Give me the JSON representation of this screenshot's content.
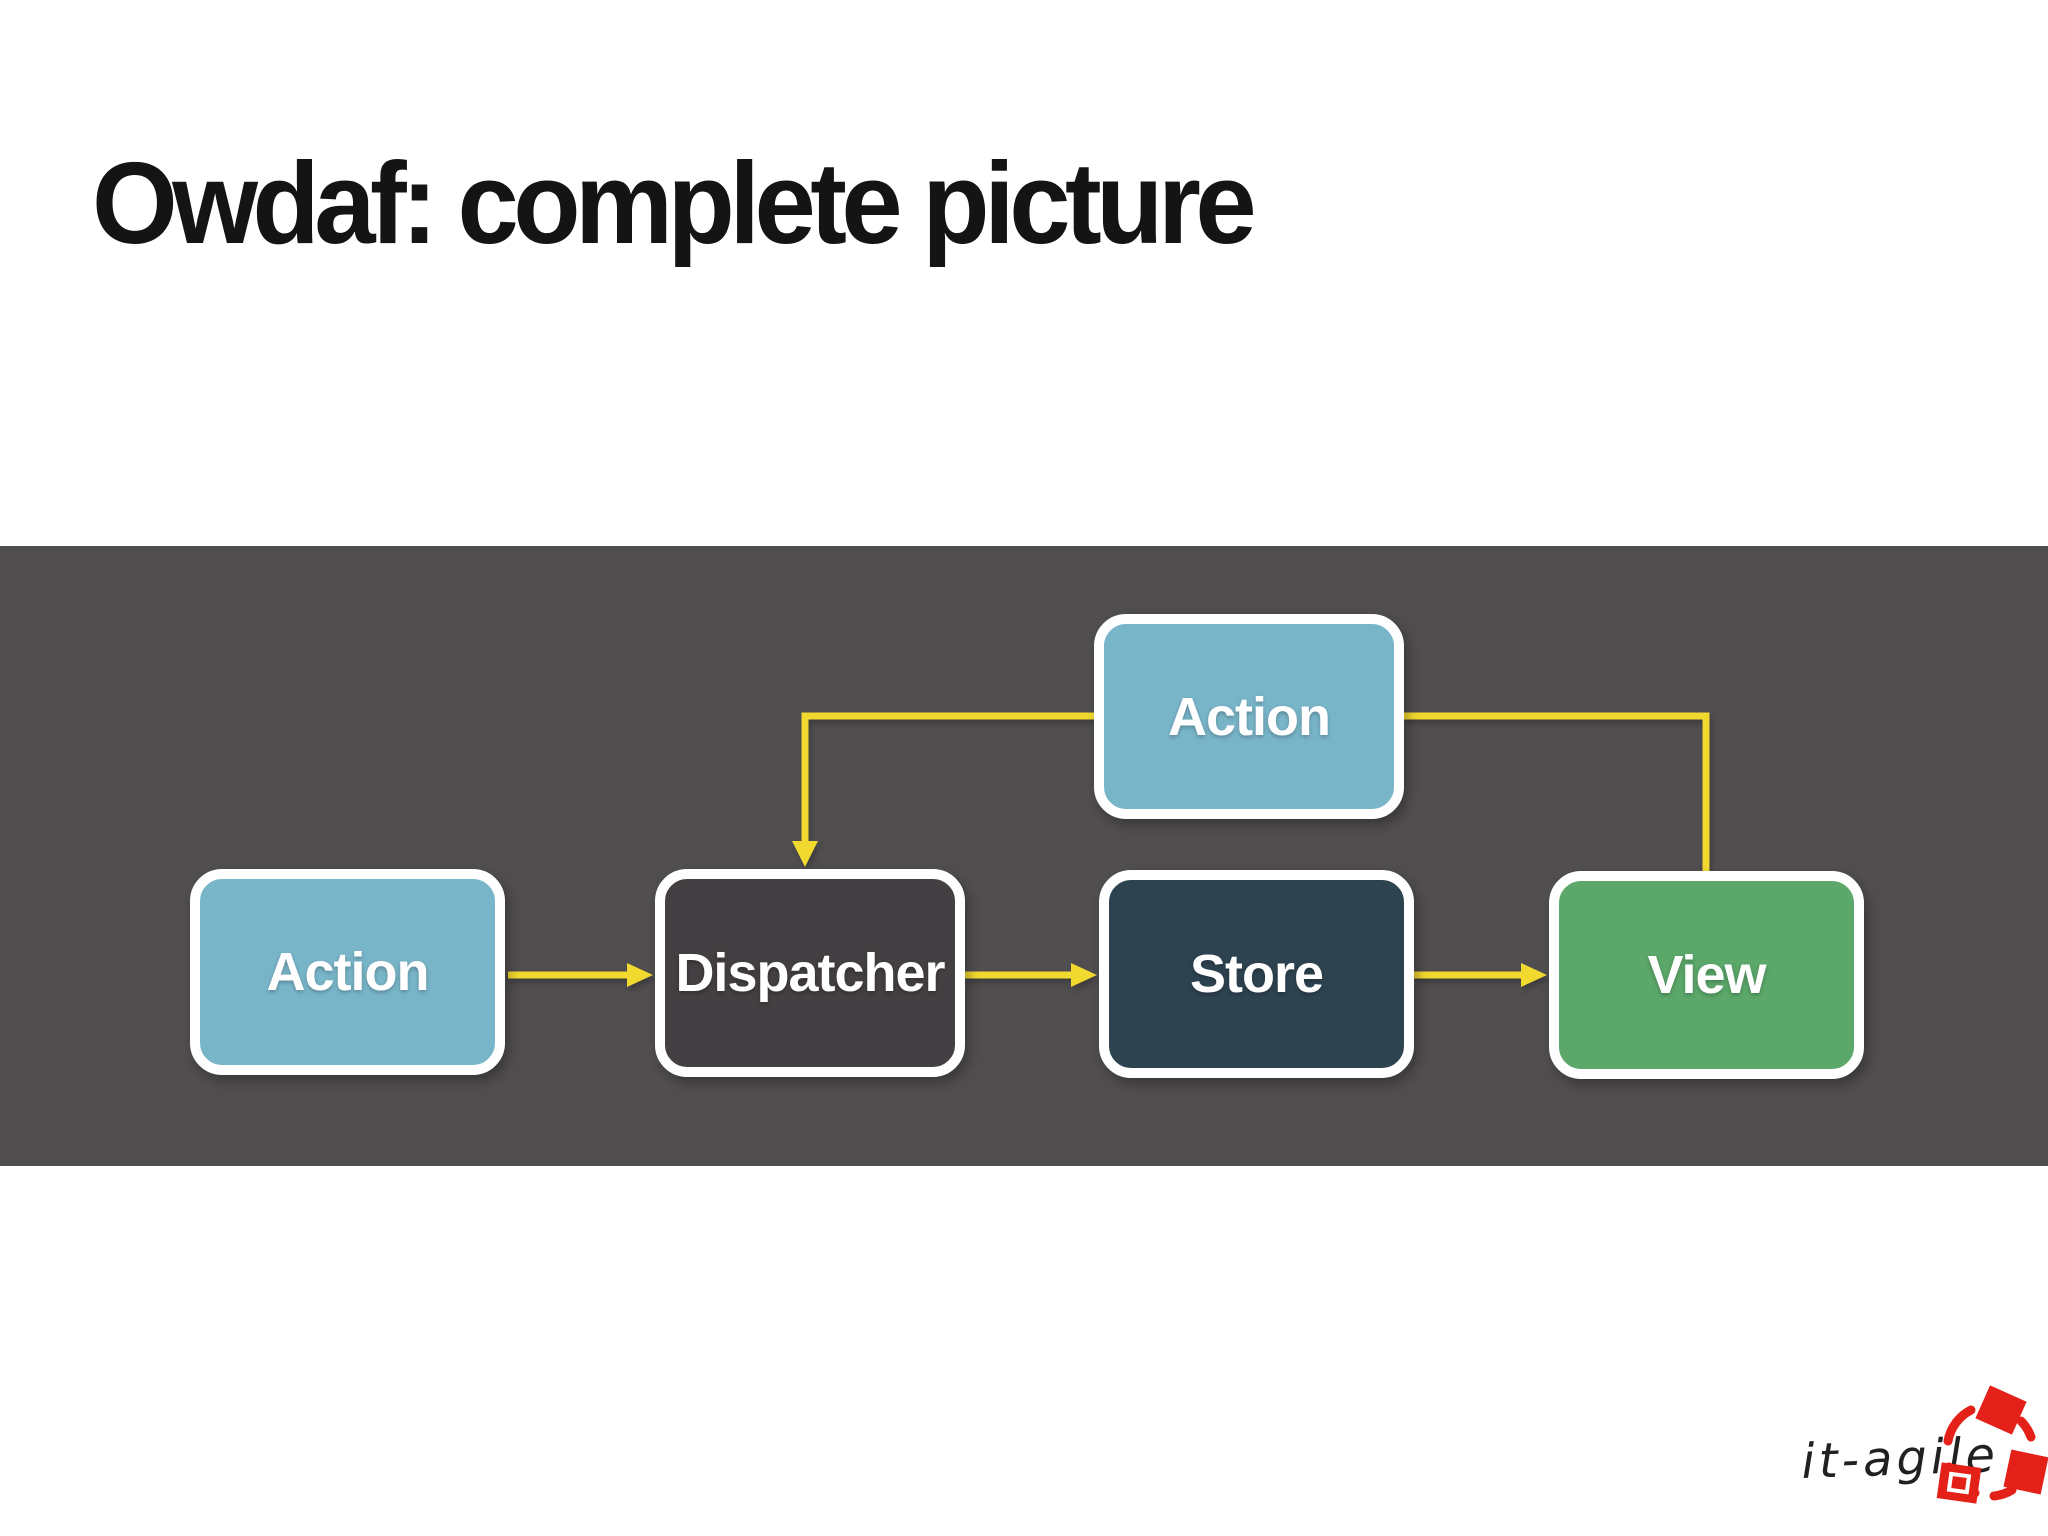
{
  "slide": {
    "title": "Owdaf: complete picture",
    "background_color": "#ffffff"
  },
  "diagram": {
    "band_color": "#514e50",
    "arrow_color": "#f2d930",
    "label_color": "#ffffff",
    "nodes": [
      {
        "id": "action-top",
        "label": "Action",
        "color": "#79b5c9"
      },
      {
        "id": "action-left",
        "label": "Action",
        "color": "#79b5c9"
      },
      {
        "id": "dispatcher",
        "label": "Dispatcher",
        "color": "#433f42"
      },
      {
        "id": "store",
        "label": "Store",
        "color": "#2d4350"
      },
      {
        "id": "view",
        "label": "View",
        "color": "#5ba86a"
      }
    ]
  },
  "logo": {
    "text": "it-agile",
    "ink_color": "#21211f",
    "accent_color": "#e32118"
  }
}
